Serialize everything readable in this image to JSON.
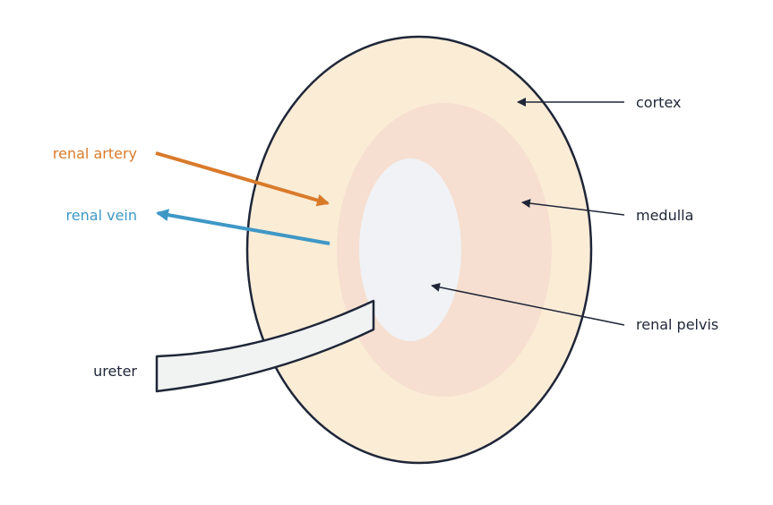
{
  "labels": {
    "cortex": "cortex",
    "medulla": "medulla",
    "renal_pelvis": "renal pelvis",
    "renal_artery": "renal artery",
    "renal_vein": "renal vein",
    "ureter": "ureter"
  },
  "colors": {
    "cortex_fill": "#fbecd6",
    "medulla_fill": "#f6dfd0",
    "pelvis_fill": "#f0f2f5",
    "outline": "#1f2638",
    "text": "#1f2638",
    "artery": "#d97a2b",
    "vein": "#3e98c6",
    "ureter_fill": "#f1f2f2"
  }
}
